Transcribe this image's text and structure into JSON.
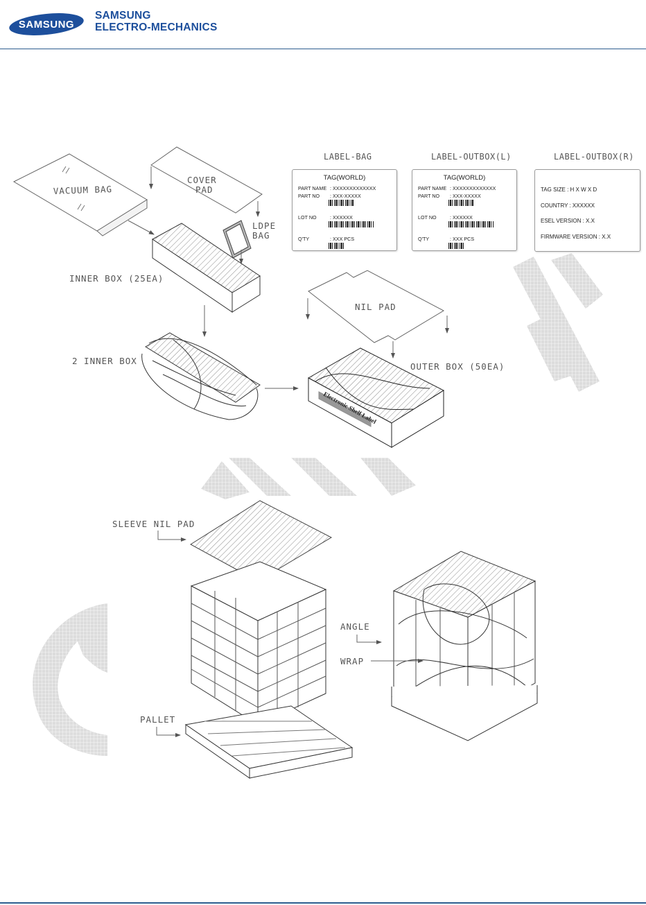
{
  "header": {
    "logo_text": "SAMSUNG",
    "brand_line1": "SAMSUNG",
    "brand_line2": "ELECTRO-MECHANICS",
    "brand_color": "#1d4f9c"
  },
  "diagram": {
    "vacuum_bag": "VACUUM BAG",
    "cover_pad_line1": "COVER",
    "cover_pad_line2": "PAD",
    "ldpe_bag_line1": "LDPE",
    "ldpe_bag_line2": "BAG",
    "inner_box": "INNER BOX (25EA)",
    "two_inner_box": "2 INNER BOX",
    "nil_pad": "NIL PAD",
    "outer_box": "OUTER BOX (50EA)",
    "sleeve_nil_pad": "SLEEVE NIL PAD",
    "pallet": "PALLET",
    "angle": "ANGLE",
    "wrap": "WRAP"
  },
  "labels": {
    "bag": {
      "title": "LABEL-BAG",
      "tag": "TAG(WORLD)",
      "part_name_key": "PART NAME",
      "part_name_val": ": XXXXXXXXXXXXX",
      "part_no_key": "PART NO",
      "part_no_val": ": XXX-XXXXX",
      "lot_no_key": "LOT NO",
      "lot_no_val": ": XXXXXX",
      "qty_key": "Q'TY",
      "qty_val": ": XXX PCS"
    },
    "outbox_l": {
      "title": "LABEL-OUTBOX(L)",
      "tag": "TAG(WORLD)",
      "part_name_key": "PART NAME",
      "part_name_val": ": XXXXXXXXXXXXX",
      "part_no_key": "PART NO",
      "part_no_val": ": XXX-XXXXX",
      "lot_no_key": "LOT NO",
      "lot_no_val": ": XXXXXX",
      "qty_key": "Q'TY",
      "qty_val": ": XXX PCS"
    },
    "outbox_r": {
      "title": "LABEL-OUTBOX(R)",
      "tag_size": "TAG SIZE  : H X W X D",
      "country": "COUNTRY : XXXXXX",
      "esel_version": "ESEL VERSION : X.X",
      "firmware_version": "FIRMWARE VERSION : X.X"
    }
  },
  "outer_box_print": "Electronic Shelf Label"
}
